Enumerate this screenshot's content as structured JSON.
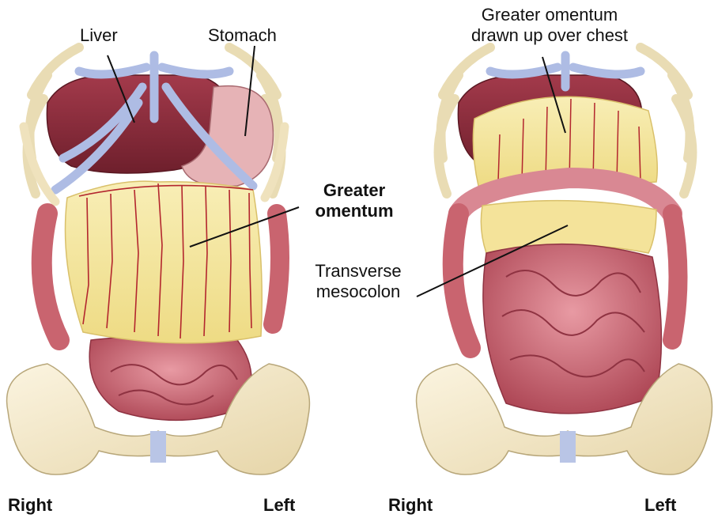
{
  "labels": {
    "liver": "Liver",
    "stomach": "Stomach",
    "greater_omentum_line1": "Greater",
    "greater_omentum_line2": "omentum",
    "drawn_up_line1": "Greater omentum",
    "drawn_up_line2": "drawn up over chest",
    "transverse_line1": "Transverse",
    "transverse_line2": "mesocolon",
    "left_panel_right": "Right",
    "left_panel_left": "Left",
    "right_panel_right": "Right",
    "right_panel_left": "Left"
  },
  "colors": {
    "bone": "#f2e6c6",
    "cartilage": "#b9c5e6",
    "liver": "#8c2b3a",
    "stomach": "#e8b4b8",
    "omentum": "#f4e39a",
    "vessels": "#b3262e",
    "intestine": "#c9606e",
    "colon": "#d98893",
    "leader_line": "#111111"
  }
}
